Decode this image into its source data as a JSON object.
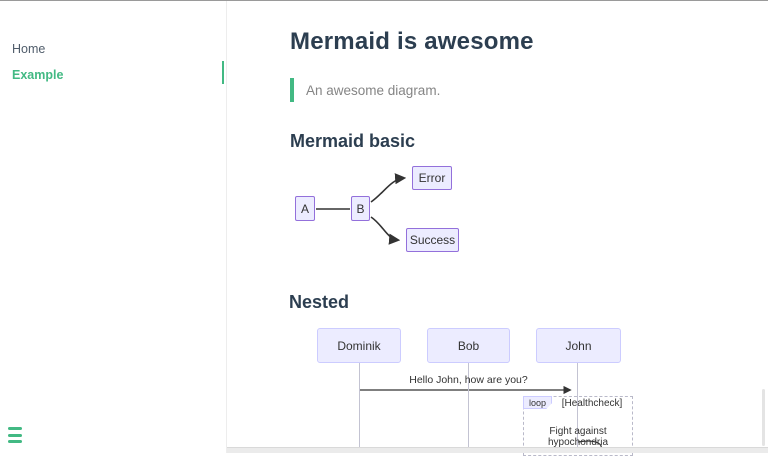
{
  "sidebar": {
    "items": [
      {
        "label": "Home",
        "active": false
      },
      {
        "label": "Example",
        "active": true
      }
    ],
    "toggle_icon": "hamburger-icon"
  },
  "content": {
    "page_title": "Mermaid is awesome",
    "blockquote_text": "An awesome diagram.",
    "section_basic_heading": "Mermaid basic",
    "section_nested_heading": "Nested"
  },
  "flowchart": {
    "type": "flowchart-LR",
    "nodes": [
      {
        "id": "A",
        "label": "A"
      },
      {
        "id": "B",
        "label": "B"
      },
      {
        "id": "Error",
        "label": "Error"
      },
      {
        "id": "Success",
        "label": "Success"
      }
    ],
    "edges": [
      {
        "from": "A",
        "to": "B",
        "style": "open-link"
      },
      {
        "from": "B",
        "to": "Error",
        "style": "arrow"
      },
      {
        "from": "B",
        "to": "Success",
        "style": "arrow"
      }
    ]
  },
  "sequence": {
    "type": "sequence-diagram",
    "actors": [
      "Dominik",
      "Bob",
      "John"
    ],
    "messages": [
      {
        "from": "Dominik",
        "to": "John",
        "text": "Hello John, how are you?"
      }
    ],
    "loop": {
      "label": "loop",
      "condition": "[Healthcheck]",
      "self_message": {
        "actor": "John",
        "text": "Fight against hypochondria"
      }
    }
  },
  "colors": {
    "accent_green": "#42b983",
    "heading": "#2c3e50",
    "sidebar_link": "#505d6b",
    "node_fill": "#ECECFF",
    "node_border": "#9370DB",
    "actor_border": "#CCCCFF",
    "edge_stroke": "#333333",
    "blockquote_text": "#858585"
  }
}
